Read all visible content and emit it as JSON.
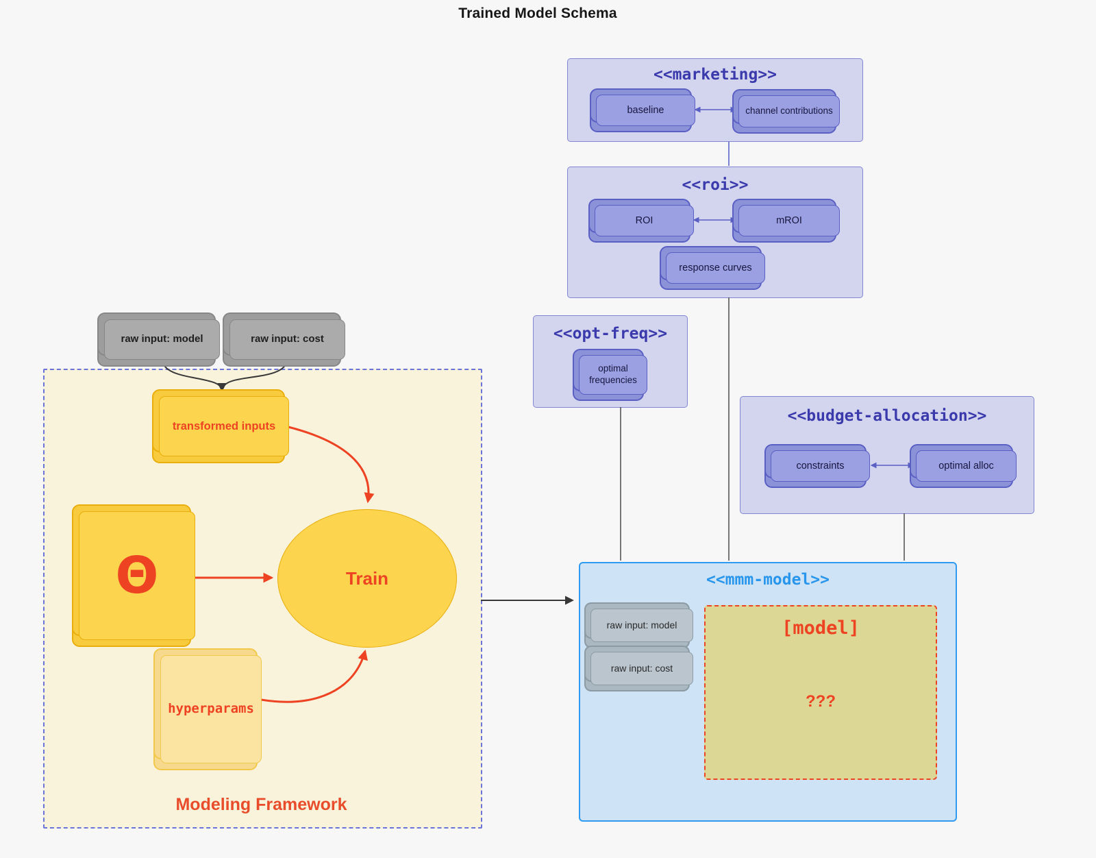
{
  "diagram_title": "Trained Model Schema",
  "external_inputs": {
    "raw_input_model": "raw input: model",
    "raw_input_cost": "raw input: cost"
  },
  "marketing": {
    "label": "<<marketing>>",
    "baseline": "baseline",
    "channel_contributions": "channel contributions"
  },
  "roi": {
    "label": "<<roi>>",
    "roi": "ROI",
    "mroi": "mROI",
    "response_curves": "response curves"
  },
  "opt_freq": {
    "label": "<<opt-freq>>",
    "optimal_frequencies": "optimal frequencies"
  },
  "budget_allocation": {
    "label": "<<budget-allocation>>",
    "constraints": "constraints",
    "optimal_alloc": "optimal alloc"
  },
  "modeling_framework": {
    "label": "Modeling Framework",
    "transformed_inputs": "transformed inputs",
    "theta": "Θ",
    "train": "Train",
    "hyperparams": "hyperparams"
  },
  "mmm_model": {
    "label": "<<mmm-model>>",
    "raw_input_model": "raw input: model",
    "raw_input_cost": "raw input: cost",
    "model_box_title": "[model]",
    "model_box_question": "???"
  },
  "colors": {
    "red_accent": "#ee4323",
    "group_title_purple": "#3a3aad",
    "mmm_title_blue": "#2e9bf0",
    "group_fill_lavender": "#d3d5ef",
    "node_fill_purple": "#9ba0e2",
    "node_border_purple": "#5a5fc4",
    "mmm_fill_blue": "#cee4f6",
    "framework_fill_cream": "#faf3dc",
    "yellow_fill": "#fcd44d",
    "light_yellow_fill": "#fbe3a1",
    "khaki_fill": "#ddd795",
    "gray_fill": "#ababab",
    "gray_blue_fill": "#bac5ce"
  }
}
